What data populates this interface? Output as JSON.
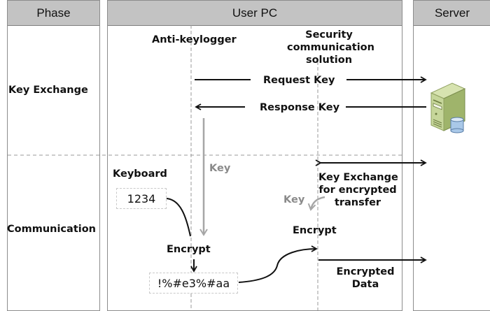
{
  "lanes": {
    "phase": {
      "title": "Phase"
    },
    "user_pc": {
      "title": "User PC"
    },
    "server": {
      "title": "Server"
    }
  },
  "phases": [
    {
      "label": "Key Exchange"
    },
    {
      "label": "Communication"
    }
  ],
  "components": {
    "anti_keylogger": "Anti-keylogger",
    "security_solution": [
      "Security",
      "communication",
      "solution"
    ]
  },
  "messages": {
    "request_key": "Request Key",
    "response_key": "Response Key",
    "key_exchange_encrypted": [
      "Key Exchange",
      "for encrypted",
      "transfer"
    ],
    "encrypted_data": [
      "Encrypted",
      "Data"
    ]
  },
  "communication": {
    "keyboard_label": "Keyboard",
    "keyboard_input": "1234",
    "key_label_1": "Key",
    "key_label_2": "Key",
    "encrypt_1": "Encrypt",
    "encrypt_2": "Encrypt",
    "ciphertext": "!%#e3%#aa"
  },
  "icons": {
    "server": "server-icon"
  },
  "colors": {
    "header_bg": "#c3c3c3",
    "border": "#8c8c8c",
    "dashed": "#9a9a9a",
    "gray_arrow": "#a6a6a6",
    "server_green": "#b7c98a"
  }
}
